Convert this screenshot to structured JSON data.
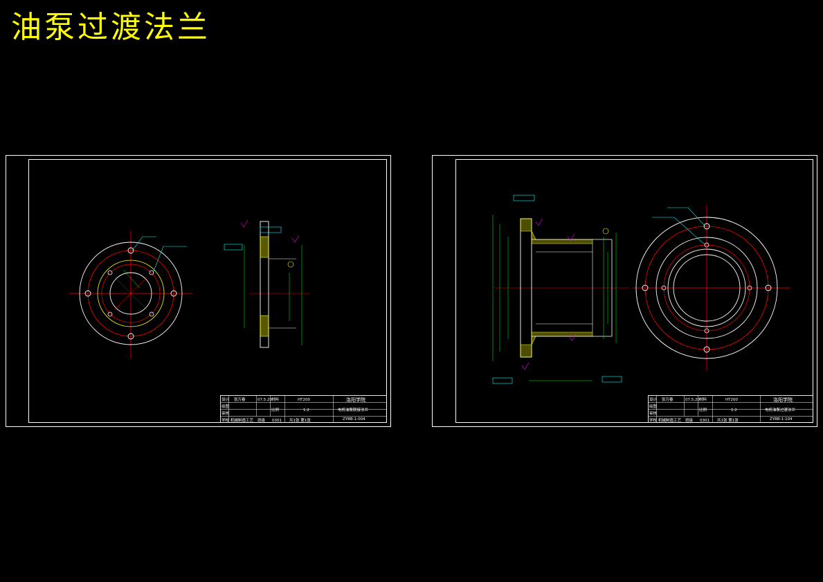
{
  "page": {
    "title": "油泵过渡法兰"
  },
  "colors": {
    "background": "#000000",
    "title": "#ffff00",
    "outline": "#ffffff",
    "centerline": "#ff0000",
    "dimension": "#00ff00",
    "tolerance_frame": "#00ffff",
    "roughness": "#ff00ff",
    "hatch": "#ffff00"
  },
  "drawings": [
    {
      "id": "sheet-1",
      "title_block": {
        "designer_label": "设计",
        "designer_name": "张万春",
        "date": "07.5.20",
        "drafter_label": "绘图",
        "checker_label": "审核",
        "school_label": "学校",
        "class_label": "班级",
        "material_label": "材料",
        "material": "HT200",
        "scale_label": "比例",
        "scale": "1:2",
        "organization": "洛阳学院",
        "part_name": "电机油泵联接法兰",
        "sheet_info": "共1张 第1张",
        "drawing_number": "ZYBB-1-004",
        "program_text": "机械制造工艺",
        "code": "0301"
      }
    },
    {
      "id": "sheet-2",
      "title_block": {
        "designer_label": "设计",
        "designer_name": "张万春",
        "date": "07.5.20",
        "drafter_label": "绘图",
        "checker_label": "审核",
        "school_label": "学校",
        "class_label": "班级",
        "material_label": "材料",
        "material": "HT200",
        "scale_label": "比例",
        "scale": "1:2",
        "organization": "洛阳学院",
        "part_name": "电机油泵过渡法兰",
        "sheet_info": "共1张 第1张",
        "drawing_number": "ZYBB-1-104",
        "program_text": "机械制造工艺",
        "code": "0301"
      }
    }
  ]
}
